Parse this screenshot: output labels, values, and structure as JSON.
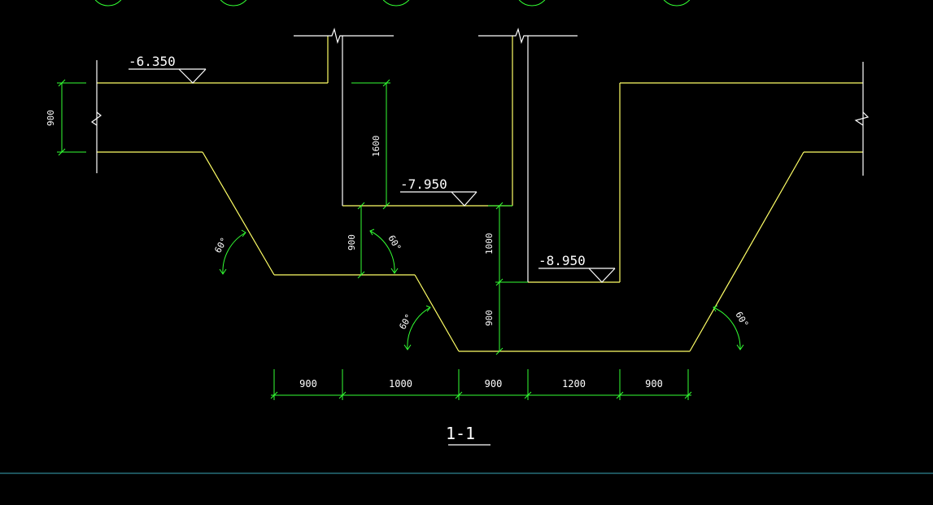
{
  "colors": {
    "background": "#000000",
    "section_line": "#ffff66",
    "pile_line": "#ffffff",
    "dimension": "#33ff33",
    "text": "#ffffff",
    "baseline": "#3aa6b9"
  },
  "elevations": {
    "left_top": "-6.350",
    "mid_step": "-7.950",
    "right_step": "-8.950"
  },
  "vertical_dims": {
    "left_height": "900",
    "upper_step": "1600",
    "middle_step": "900",
    "right_upper": "1000",
    "right_lower": "900"
  },
  "angles": {
    "a1": "60°",
    "a2": "60°",
    "a3": "60°",
    "a4": "60°"
  },
  "bottom_dims": [
    "900",
    "1000",
    "900",
    "1200",
    "900"
  ],
  "section_label": "1-1"
}
